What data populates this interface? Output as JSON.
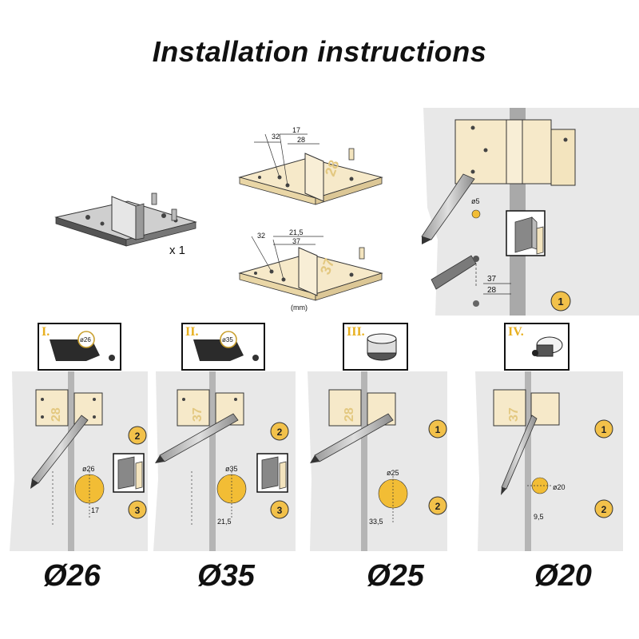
{
  "title": "Installation instructions",
  "overview": {
    "quantity_label": "x 1",
    "jig_top": {
      "dims": [
        "32",
        "17",
        "28"
      ],
      "marking": "28"
    },
    "jig_bottom": {
      "dims": [
        "32",
        "21,5",
        "37"
      ],
      "marking": "37"
    },
    "unit_label": "(mm)"
  },
  "step_intro": {
    "hole_label": "ø5",
    "dims": [
      "37",
      "28"
    ],
    "step_number": "1"
  },
  "panels": [
    {
      "roman": "I.",
      "icon_label": "ø26",
      "jig_marking": "28",
      "steps": [
        "2",
        "3"
      ],
      "hole_label": "ø26",
      "offset_label": "17",
      "size_label": "Ø26"
    },
    {
      "roman": "II.",
      "icon_label": "ø35",
      "jig_marking": "37",
      "steps": [
        "2",
        "3"
      ],
      "hole_label": "ø35",
      "offset_label": "21,5",
      "size_label": "Ø35"
    },
    {
      "roman": "III.",
      "icon_label": "",
      "jig_marking": "28",
      "steps": [
        "1",
        "2"
      ],
      "hole_label": "ø25",
      "offset_label": "33,5",
      "size_label": "Ø25"
    },
    {
      "roman": "IV.",
      "icon_label": "",
      "jig_marking": "37",
      "steps": [
        "1",
        "2"
      ],
      "hole_label": "ø20",
      "offset_label": "9,5",
      "size_label": "Ø20"
    }
  ],
  "colors": {
    "jig_fill": "#f6e9c9",
    "step_badge": "#f2c14a",
    "hole_fill": "#f2bd35",
    "wall": "#e8e8e8",
    "dark_jig": "#5c5c5c"
  }
}
